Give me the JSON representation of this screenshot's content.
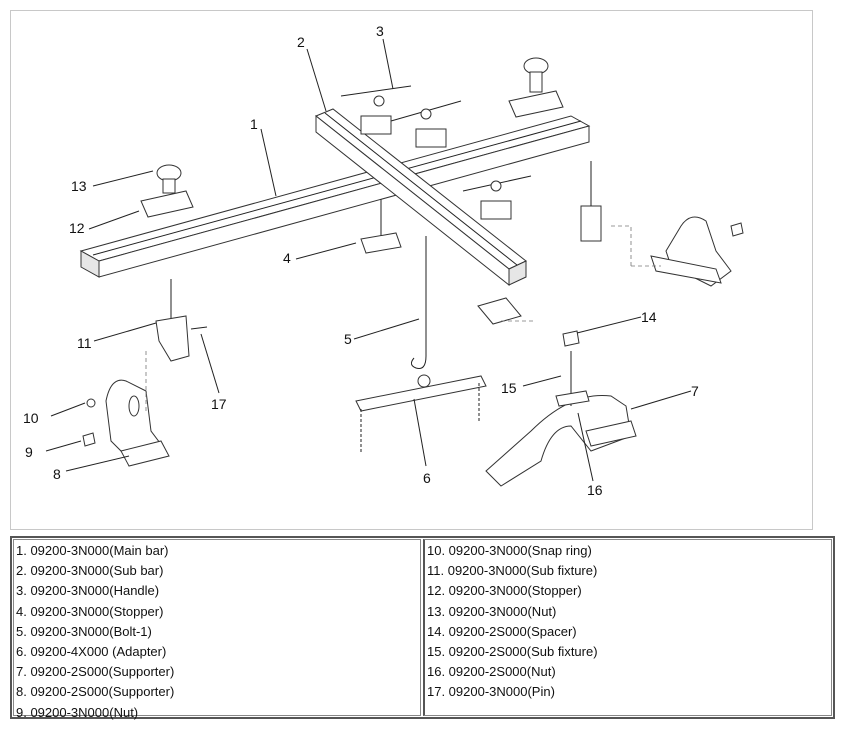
{
  "callouts": [
    "1",
    "2",
    "3",
    "4",
    "5",
    "6",
    "7",
    "8",
    "9",
    "10",
    "11",
    "12",
    "13",
    "14",
    "15",
    "16",
    "17"
  ],
  "legend": {
    "left": [
      "1. 09200-3N000(Main bar)",
      "2. 09200-3N000(Sub bar)",
      "3. 09200-3N000(Handle)",
      "4. 09200-3N000(Stopper)",
      "5. 09200-3N000(Bolt-1)",
      "6. 09200-4X000 (Adapter)",
      "7. 09200-2S000(Supporter)",
      "8. 09200-2S000(Supporter)",
      "9. 09200-3N000(Nut)"
    ],
    "right": [
      "10. 09200-3N000(Snap ring)",
      "11. 09200-3N000(Sub fixture)",
      "12. 09200-3N000(Stopper)",
      "13. 09200-3N000(Nut)",
      "14. 09200-2S000(Spacer)",
      "15. 09200-2S000(Sub fixture)",
      "16. 09200-2S000(Nut)",
      "17. 09200-3N000(Pin)"
    ]
  }
}
